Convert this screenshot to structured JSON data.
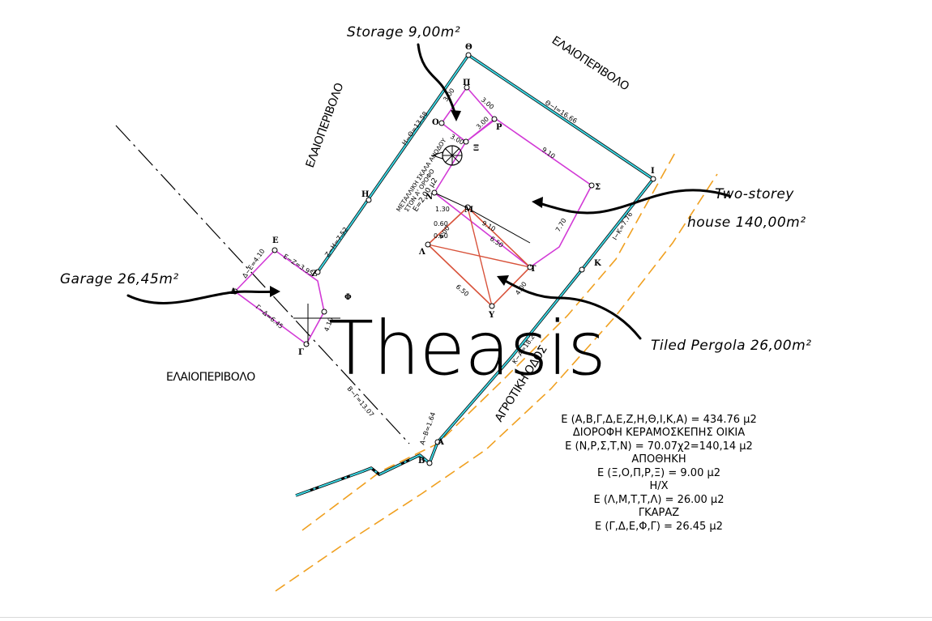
{
  "watermark": "Theasis",
  "callouts": {
    "storage": "Storage 9,00m²",
    "house_line1": "Two-storey",
    "house_line2": "house 140,00m²",
    "garage": "Garage 26,45m²",
    "pergola": "Tiled Pergola 26,00m²"
  },
  "neighbors": {
    "top_left": "ΕΛΑΙΟΠΕΡΙΒΟΛΟ",
    "top_right": "ΕΛΑΙΟΠΕΡΙΒΟΛΟ",
    "bottom_left": "ΕΛΑΙΟΠΕΡΙΒΟΛΟ",
    "road": "ΑΓΡΟΤΙΚΗ ΟΔΟΣ"
  },
  "points": {
    "theta": "Θ",
    "pi": "Π",
    "omicron": "Ο",
    "rho": "Ρ",
    "xi": "Ξ",
    "eta": "Η",
    "iota": "Ι",
    "sigma": "Σ",
    "nu": "Ν",
    "mu": "Μ",
    "lambda": "Λ",
    "tau": "Τ",
    "upsilon": "Υ",
    "kappa": "Κ",
    "epsilon": "Ε",
    "zeta": "Ζ",
    "delta": "Δ",
    "phi": "Φ",
    "gamma": "Γ",
    "alpha": "Α",
    "beta": "Β"
  },
  "dimensions": {
    "h_theta": "Η−Θ=13.58",
    "theta_i": "Θ−Ι=16.66",
    "z_h": "Ζ−Η=7.52",
    "e_z": "Ε−Ζ=3.95",
    "d_e": "Δ−Ε=4.10",
    "g_d": "Γ−Δ=6.45",
    "b_g": "Β−Γ=13.07",
    "a_b": "Α−Β=1.64",
    "k_a": "Κ−Α=18.2",
    "i_k": "Ι−Κ=7.76",
    "s_300a": "3.00",
    "s_300b": "3.00",
    "s_300c": "3.00",
    "s_300d": "3.00",
    "s_910a": "9.10",
    "s_910b": "9.10",
    "s_770": "7.70",
    "s_650a": "6.50",
    "s_650b": "6.50",
    "s_400a": "4.00",
    "s_400b": "4.00",
    "s_410": "4.10",
    "s_130": "1.30",
    "s_060a": "0.60",
    "s_060b": "0.60"
  },
  "stair_note": {
    "line1": "ΜΕΤΑΛΛΙΚΗ ΣΚΑΛΑ ΑΝΟΔΟΥ",
    "line2": "ΣΤΟΝ Α' ΟΡΟΦΟ",
    "line3": "Ε=2.00  μ2"
  },
  "area_table": [
    "Ε (Α,Β,Γ,Δ,Ε,Ζ,Η,Θ,Ι,Κ,Α)  =  434.76  μ2",
    "ΔΙΟΡΟΦΗ ΚΕΡΑΜΟΣΚΕΠΗΣ ΟΙΚΙΑ",
    "Ε  (Ν,Ρ,Σ,Τ,Ν)  =  70.07χ2=140,14  μ2",
    "ΑΠΟΘΗΚΗ",
    "Ε  (Ξ,Ο,Π,Ρ,Ξ)  =  9.00  μ2",
    "Η/Χ",
    "Ε  (Λ,Μ,Τ,Τ,Λ)  =  26.00  μ2",
    "ΓΚΑΡΑΖ",
    "Ε  (Γ,Δ,Ε,Φ,Γ)  =  26.45  μ2"
  ],
  "colors": {
    "boundary": "#3cd4e0",
    "building": "#d23ad6",
    "pergola": "#d8523a",
    "road": "#f0a020",
    "ink": "#000000"
  }
}
